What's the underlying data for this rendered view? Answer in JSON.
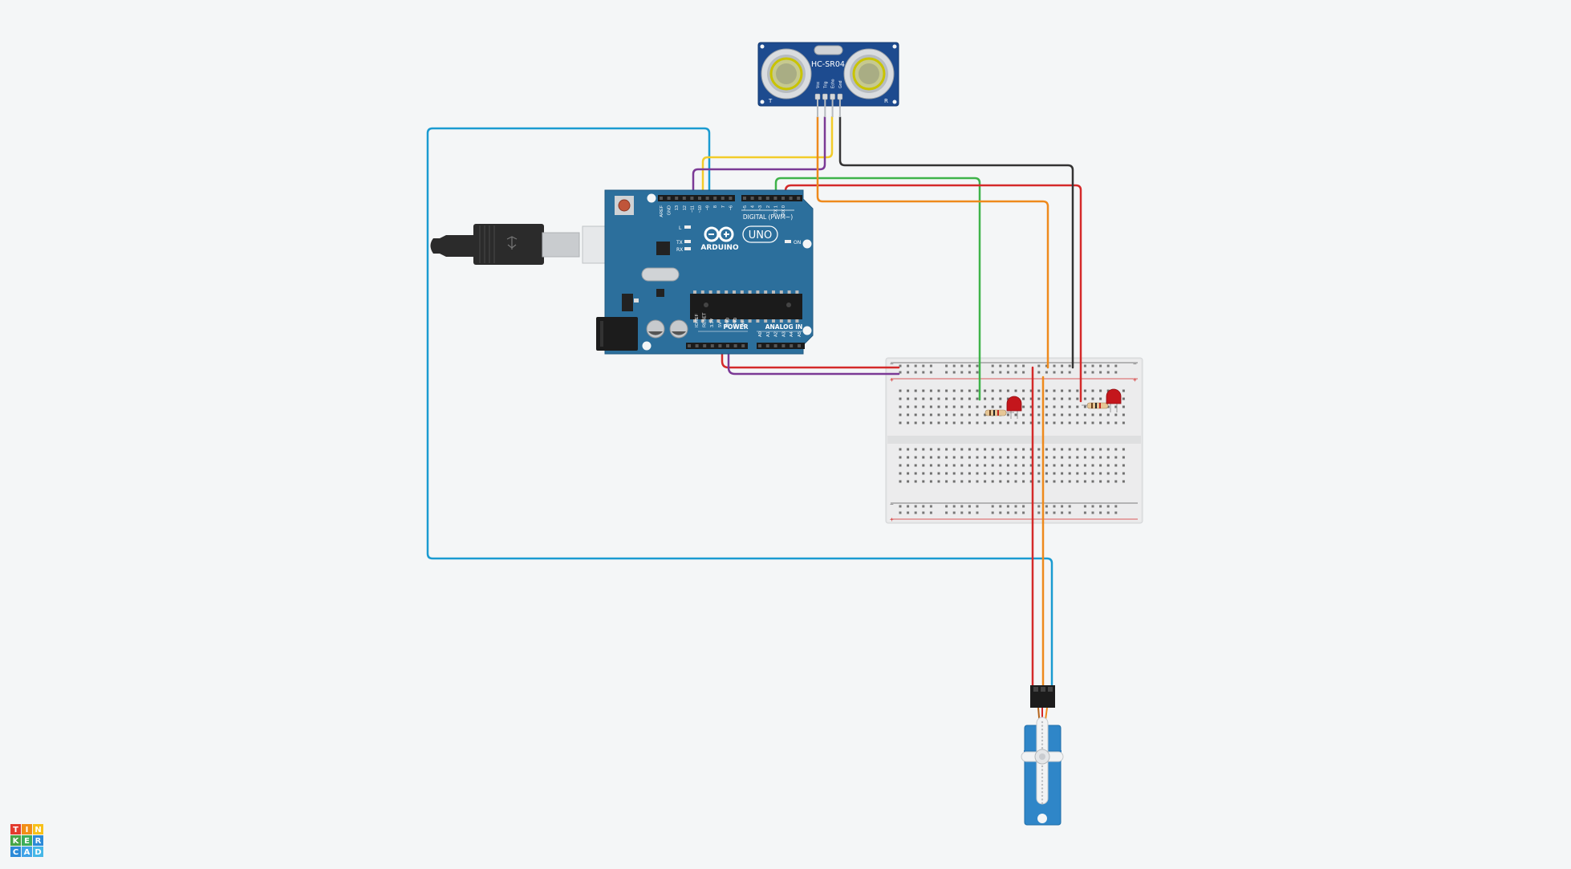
{
  "sensor": {
    "model": "HC-SR04",
    "pins": [
      "Vcc",
      "Trig",
      "Echo",
      "Gnd"
    ],
    "left_mark": "T",
    "right_mark": "R"
  },
  "arduino": {
    "brand": "ARDUINO",
    "model": "UNO",
    "digital_label": "DIGITAL (PWM~)",
    "power_label": "POWER",
    "analog_label": "ANALOG IN",
    "led_labels": {
      "l": "L",
      "tx": "TX",
      "rx": "RX",
      "on": "ON"
    },
    "top_pins": [
      "AREF",
      "GND",
      "13",
      "12",
      "~11",
      "~10",
      "~9",
      "8",
      "7",
      "~6",
      "~5",
      "4",
      "~3",
      "2",
      "TX 1",
      "RX 0"
    ],
    "power_pins": [
      "IOREF",
      "RESET",
      "3.3V",
      "5V",
      "GND",
      "GND",
      "Vin"
    ],
    "analog_pins": [
      "A0",
      "A1",
      "A2",
      "A3",
      "A4",
      "A5"
    ]
  },
  "breadboard": {
    "plus": "+",
    "minus": "−"
  },
  "logo": {
    "letters": [
      "T",
      "I",
      "N",
      "K",
      "E",
      "R",
      "C",
      "A",
      "D"
    ]
  },
  "colors": {
    "background": "#f4f6f7",
    "arduino_board": "#2c6f9c",
    "sensor_board": "#1d4b8f",
    "servo": "#2f86c8",
    "wire_blue": "#1a9bd1",
    "wire_yellow": "#f2cc2a",
    "wire_purple": "#7b3a96",
    "wire_green": "#3fb34a",
    "wire_red": "#d42a2a",
    "wire_orange": "#ee8a1d",
    "wire_black": "#333333",
    "led_red": "#c4161c"
  }
}
